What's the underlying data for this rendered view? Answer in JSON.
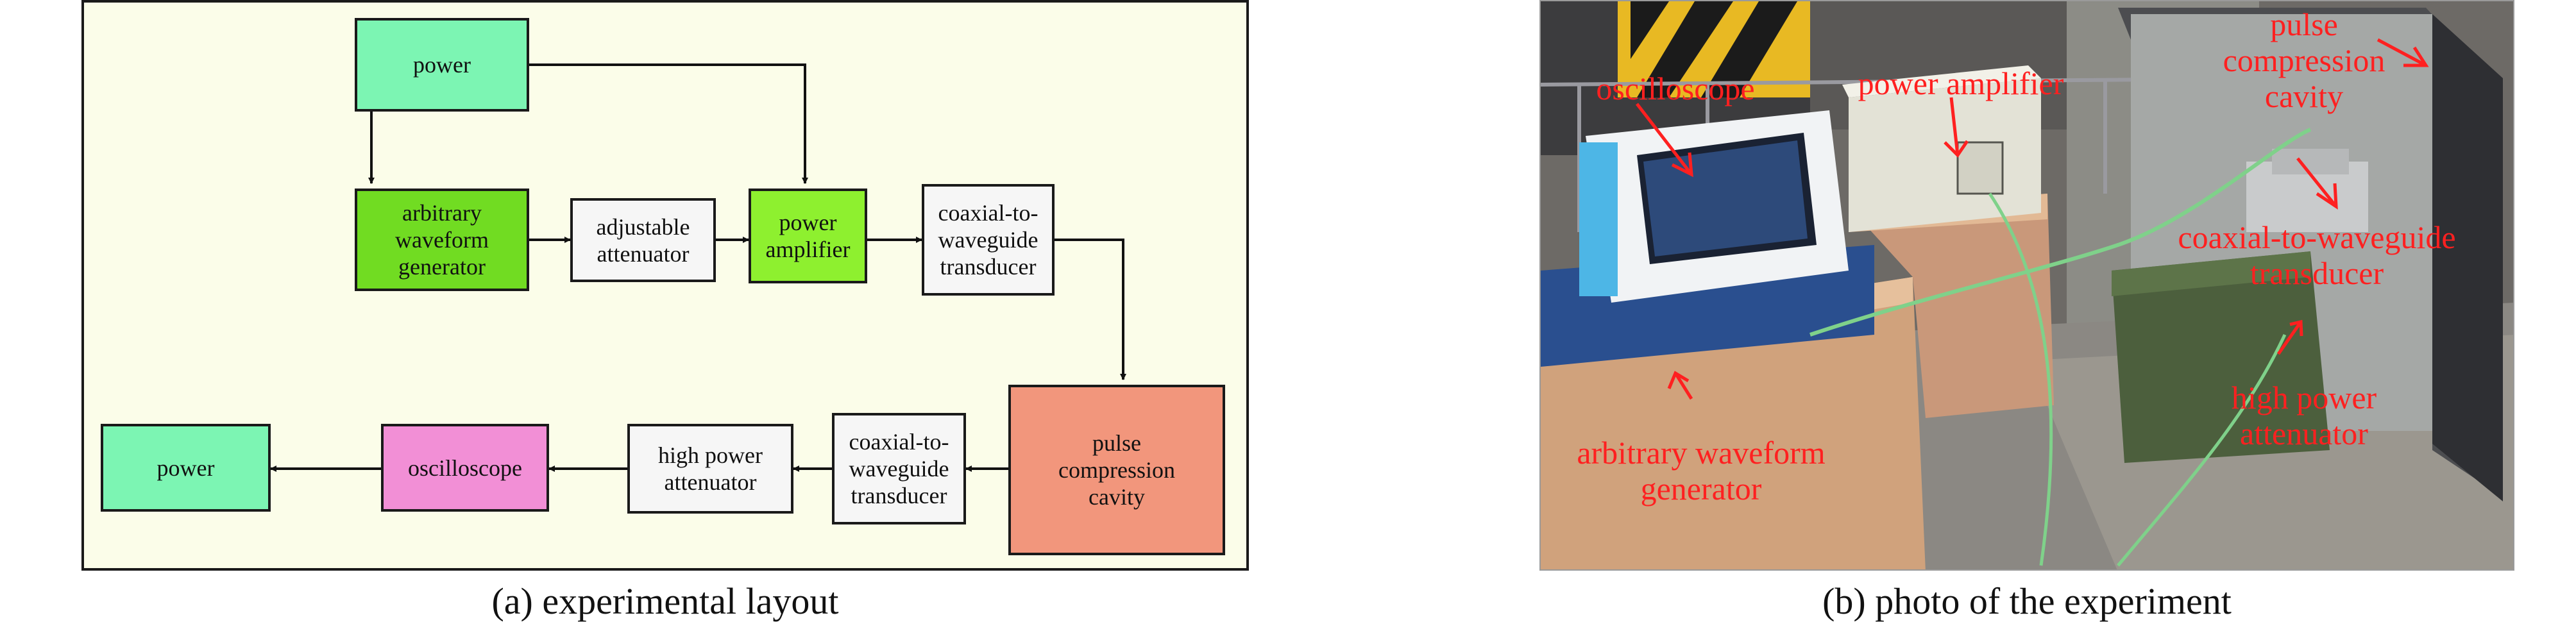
{
  "layout": {
    "caption": "(a) experimental layout",
    "blocks": {
      "power_top": "power",
      "awg": "arbitrary\nwaveform\ngenerator",
      "adj_att": "adjustable\nattenuator",
      "pa": "power\namplifier",
      "cwt_top": "coaxial-to-\nwaveguide\ntransducer",
      "pcc": "pulse\ncompression\ncavity",
      "cwt_bottom": "coaxial-to-\nwaveguide\ntransducer",
      "hpa": "high power\nattenuator",
      "osc": "oscilloscope",
      "power_bottom": "power"
    },
    "colors": {
      "power": "#7cf5b3",
      "awg": "#71dc22",
      "pa": "#8ef02f",
      "neutral": "#f6f6f6",
      "pcc": "#f2967c",
      "osc": "#f28fd6",
      "panel_bg": "#fbfde9"
    }
  },
  "photo": {
    "caption": "(b) photo of the experiment",
    "annotations": {
      "oscilloscope": "oscilloscope",
      "power_amplifier": "power amplifier",
      "pulse_compression_cavity": "pulse\ncompression\ncavity",
      "coaxial_transducer": "coaxial-to-waveguide\ntransducer",
      "high_power_attenuator": "high power\nattenuator",
      "awg": "arbitrary waveform\ngenerator"
    },
    "annotation_color": "#ff2020"
  }
}
